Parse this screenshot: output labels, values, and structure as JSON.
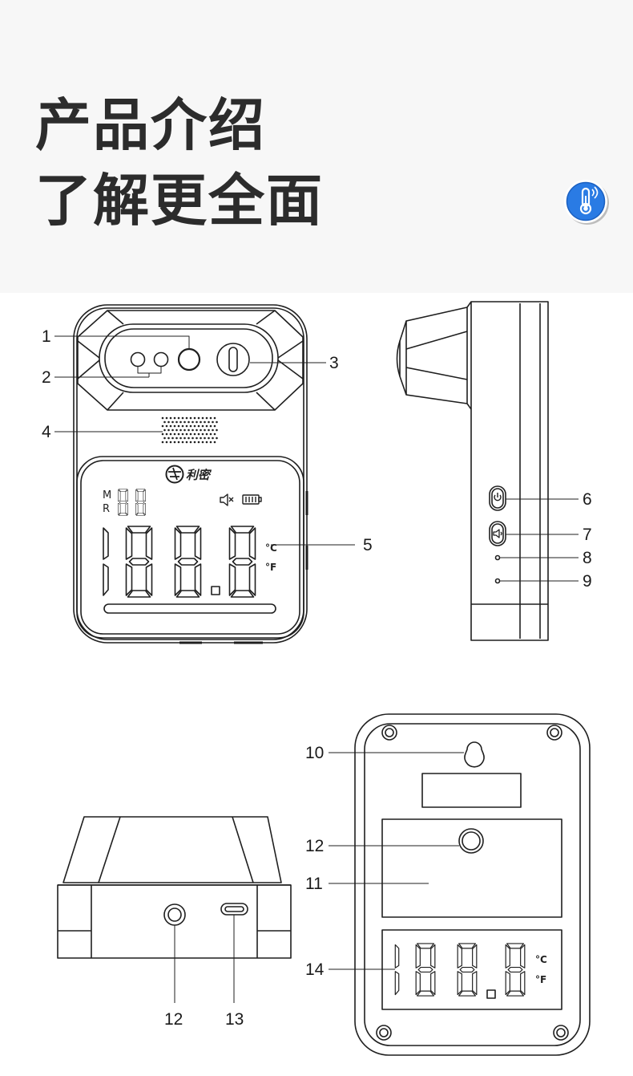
{
  "header": {
    "title_line1": "产品介绍",
    "title_line2": "了解更全面"
  },
  "icons": {
    "badge": "thermometer-badge-icon",
    "mute": "speaker-mute-icon",
    "battery": "battery-icon",
    "power": "power-icon",
    "volume": "speaker-icon",
    "brand_logo": "brand-logo-icon"
  },
  "colors": {
    "badge_blue": "#2a7be4",
    "line": "#1f1f1f",
    "panel_background": "#f7f7f7"
  },
  "front_view": {
    "brand": "利密",
    "mode_letters": [
      "M",
      "R"
    ],
    "unit_celsius": "°C",
    "unit_fahrenheit": "°F"
  },
  "back_view": {
    "unit_celsius": "°C",
    "unit_fahrenheit": "°F"
  },
  "callouts": {
    "c1": "1",
    "c2": "2",
    "c3": "3",
    "c4": "4",
    "c5": "5",
    "c6": "6",
    "c7": "7",
    "c8": "8",
    "c9": "9",
    "c10": "10",
    "c11": "11",
    "c12": "12",
    "c13": "13",
    "c14": "14"
  }
}
